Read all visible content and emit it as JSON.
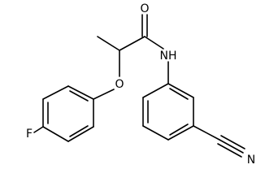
{
  "molecule": {
    "atoms": {
      "oxygen_carbonyl": "O",
      "nitrogen_amide": "NH",
      "oxygen_ether": "O",
      "fluorine": "F",
      "nitrogen_nitrile": "N"
    }
  }
}
